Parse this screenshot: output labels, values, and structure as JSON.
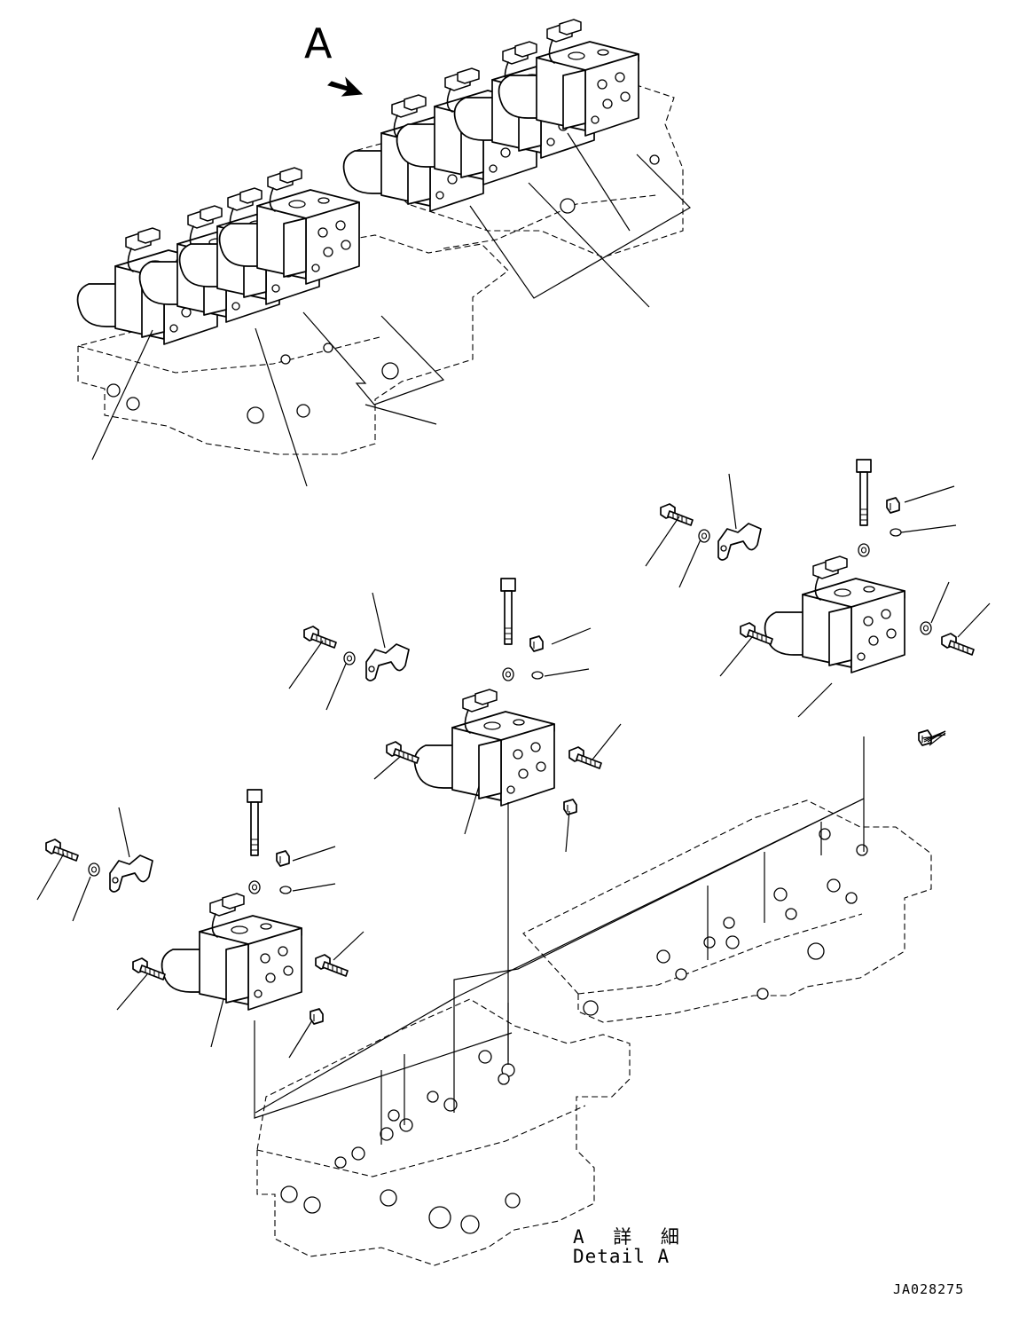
{
  "view_marker": {
    "letter": "A"
  },
  "detail_label": {
    "japanese": "A 詳 細",
    "english": "Detail A"
  },
  "drawing_number": "JA028275",
  "colors": {
    "ink": "#000000",
    "paper": "#ffffff"
  },
  "icons": [
    "view-arrow-icon",
    "solenoid-valve-icon",
    "bolt-icon",
    "washer-icon",
    "clamp-icon",
    "plug-icon",
    "manifold-block-icon"
  ]
}
